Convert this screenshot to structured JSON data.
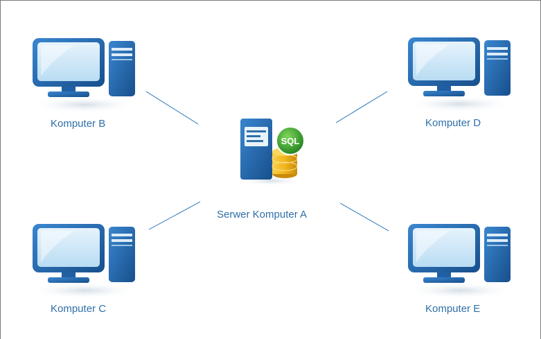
{
  "diagram": {
    "server": {
      "label": "Serwer Komputer A",
      "badge": "SQL",
      "icon": "database-server-icon"
    },
    "clients": [
      {
        "id": "B",
        "label": "Komputer B",
        "icon": "desktop-computer-icon"
      },
      {
        "id": "C",
        "label": "Komputer C",
        "icon": "desktop-computer-icon"
      },
      {
        "id": "D",
        "label": "Komputer D",
        "icon": "desktop-computer-icon"
      },
      {
        "id": "E",
        "label": "Komputer E",
        "icon": "desktop-computer-icon"
      }
    ],
    "colors": {
      "computer_blue": "#1f5fa3",
      "screen_light": "#cfe6f7",
      "connector": "#4a8ac4",
      "label": "#2f6fa8",
      "sql_badge": "#2e9a2e",
      "database_gold": "#f2b51b"
    }
  }
}
